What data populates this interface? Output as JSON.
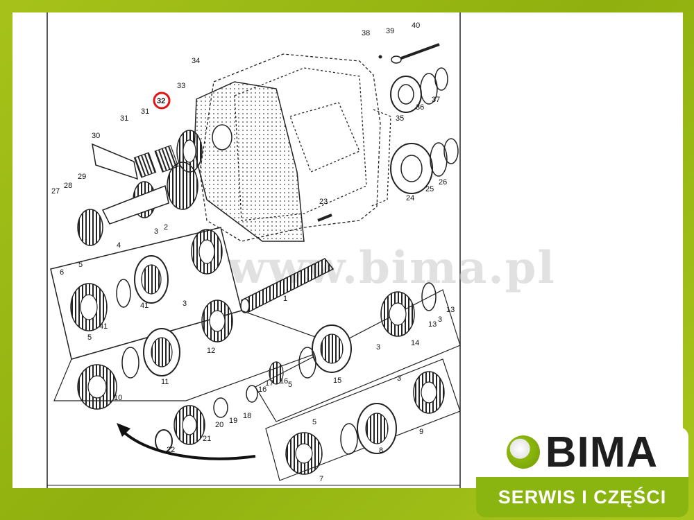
{
  "watermark": "www.bima.pl",
  "logo": {
    "brand": "BIMA",
    "tagline": "SERWIS I CZĘŚCI",
    "brand_color": "#8ab510",
    "icon": "golf-ball-icon"
  },
  "highlight": {
    "label": "32",
    "color": "#e01515"
  },
  "callouts": [
    "1",
    "2",
    "3",
    "3",
    "3",
    "3",
    "3",
    "4",
    "5",
    "5",
    "5",
    "5",
    "6",
    "7",
    "8",
    "9",
    "10",
    "11",
    "12",
    "13",
    "13",
    "14",
    "15",
    "16",
    "16",
    "17",
    "18",
    "19",
    "20",
    "21",
    "22",
    "23",
    "24",
    "25",
    "26",
    "27",
    "28",
    "29",
    "30",
    "31",
    "31",
    "33",
    "34",
    "35",
    "36",
    "37",
    "38",
    "39",
    "40",
    "41",
    "41"
  ]
}
